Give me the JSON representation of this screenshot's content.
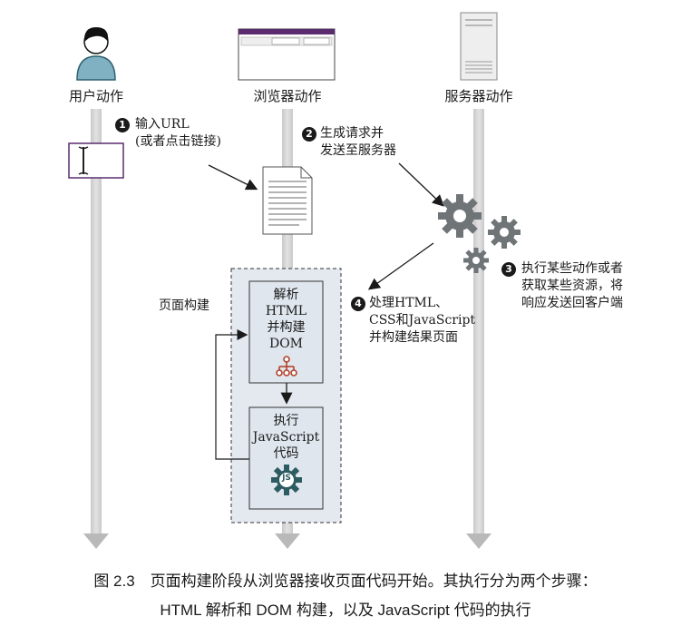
{
  "lanes": {
    "user": "用户动作",
    "browser": "浏览器动作",
    "server": "服务器动作"
  },
  "steps": {
    "s1_num": "1",
    "s1_text": "输入URL\n(或者点击链接)",
    "s2_num": "2",
    "s2_text": "生成请求并\n发送至服务器",
    "s3_num": "3",
    "s3_text": "执行某些动作或者\n获取某些资源，将\n响应发送回客户端",
    "s4_num": "4",
    "s4_text": "处理HTML、\nCSS和JavaScript\n并构建结果页面"
  },
  "page_build": {
    "label": "页面构建",
    "box1_text": "解析\nHTML\n并构建\nDOM",
    "box2_text": "执行\nJavaScript\n代码",
    "js_badge": "JS"
  },
  "icons": [
    "user-avatar-icon",
    "browser-window-icon",
    "server-icon",
    "text-cursor-icon",
    "document-icon",
    "gears-icon",
    "dom-tree-icon",
    "js-gear-icon"
  ],
  "colors": {
    "lane": "#b9b9b9",
    "box_fill": "#dfe6ee",
    "container_fill": "#e4e9ef",
    "user_skin": "#7fb1c2",
    "browser_bar": "#5a2b6e",
    "dom_icon": "#b3432b",
    "js_icon": "#2c5b62",
    "gear": "#6f7477"
  },
  "caption": {
    "line1": "图 2.3　页面构建阶段从浏览器接收页面代码开始。其执行分为两个步骤：",
    "line2": "HTML 解析和 DOM 构建，以及 JavaScript 代码的执行"
  }
}
